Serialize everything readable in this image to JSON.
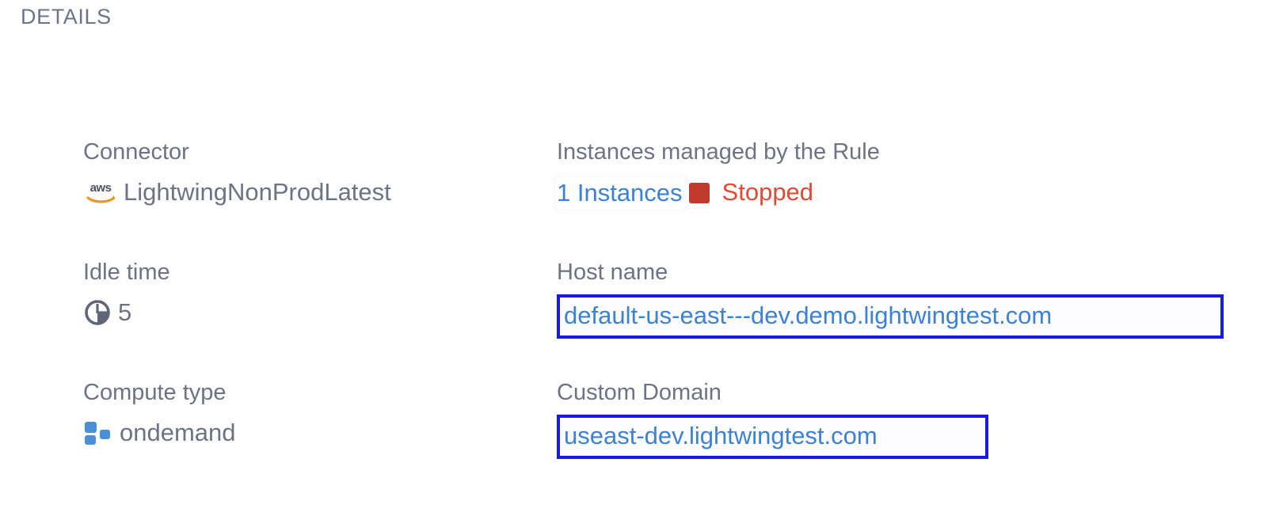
{
  "section": {
    "title": "DETAILS"
  },
  "colors": {
    "label": "#6d7384",
    "link": "#3b82d6",
    "highlight_border": "#1a1ae6",
    "status_swatch": "#c0392b",
    "status_text": "#e04a36",
    "aws_orange": "#f0921e",
    "compute_blue": "#4a90d9"
  },
  "fields": {
    "connector": {
      "label": "Connector",
      "value": "LightwingNonProdLatest",
      "icon": "aws-logo-icon"
    },
    "instances": {
      "label": "Instances managed by the Rule",
      "count_text": "1 Instances",
      "status": "Stopped",
      "status_icon": "stopped-square-icon"
    },
    "idle_time": {
      "label": "Idle time",
      "value": "5",
      "icon": "clock-icon"
    },
    "host_name": {
      "label": "Host name",
      "value": "default-us-east---dev.demo.lightwingtest.com"
    },
    "compute_type": {
      "label": "Compute type",
      "value": "ondemand",
      "icon": "compute-blocks-icon"
    },
    "custom_domain": {
      "label": "Custom Domain",
      "value": "useast-dev.lightwingtest.com"
    }
  }
}
